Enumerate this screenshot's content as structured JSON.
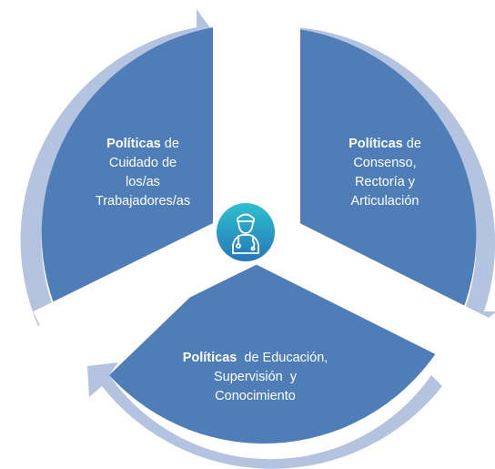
{
  "colors": {
    "segment_fill": "#4f7db8",
    "arrow_band": "#b4c3df",
    "gap": "#ffffff",
    "center_top": "#2ec0cf",
    "center_bottom": "#2776b8",
    "icon_stroke": "#ffffff"
  },
  "center": {
    "icon": "doctor-with-stethoscope-icon"
  },
  "segments": [
    {
      "id": "left",
      "bold": "Políticas",
      "line1_rest": " de",
      "lines": [
        "Cuidado de",
        "los/as",
        "Trabajadores/as"
      ]
    },
    {
      "id": "right",
      "bold": "Políticas",
      "line1_rest": " de",
      "lines": [
        "Consenso,",
        "Rectoría y",
        "Articulación"
      ]
    },
    {
      "id": "bottom",
      "bold": "Políticas",
      "line1_rest": "  de Educación,",
      "lines": [
        "Supervisión  y",
        "Conocimiento"
      ]
    }
  ]
}
